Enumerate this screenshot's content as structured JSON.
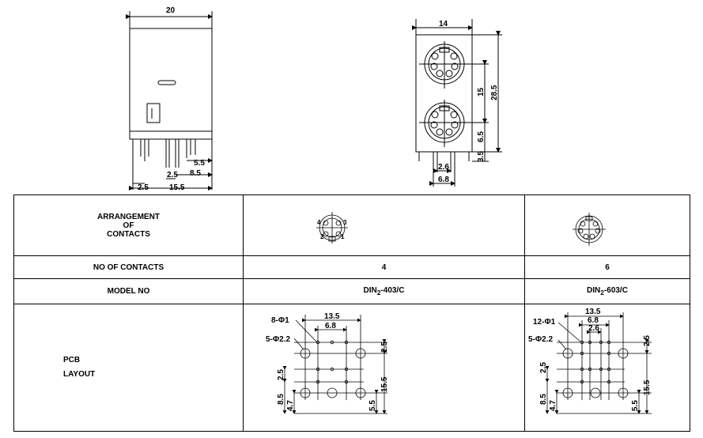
{
  "side_view": {
    "width_dim": "20",
    "dims": [
      "5.5",
      "8.5",
      "2.5",
      "2.5",
      "15.5"
    ]
  },
  "front_view": {
    "width_dim": "14",
    "dims_right": [
      "15",
      "28.5",
      "6.5",
      "3.5"
    ],
    "dims_bottom": [
      "2.6",
      "6.8"
    ]
  },
  "table": {
    "row_arrangement": {
      "label_lines": [
        "ARRANGEMENT",
        "OF",
        "CONTACTS"
      ]
    },
    "row_contacts": {
      "label": "NO OF  CONTACTS",
      "col1": "4",
      "col2": "6"
    },
    "row_model": {
      "label": "MODEL NO",
      "col1": "DIN",
      "col1_sub": "2",
      "col1_suffix": "-403/C",
      "col2": "DIN",
      "col2_sub": "2",
      "col2_suffix": "-603/C"
    },
    "row_pcb": {
      "label_lines": [
        "PCB",
        "LAYOUT"
      ]
    }
  },
  "pcb_left": {
    "dims": [
      "8-Φ1",
      "13.5",
      "6.8",
      "5-Φ2.2",
      "2.5",
      "2.5",
      "15.5",
      "8.5",
      "4.7",
      "5.5"
    ]
  },
  "pcb_right": {
    "dims": [
      "12-Φ1",
      "13.5",
      "6.8",
      "2.6",
      "5-Φ2.2",
      "2.5",
      "2.5",
      "15.5",
      "8.5",
      "4.7",
      "5.5"
    ]
  },
  "pin_labels_left": [
    "4",
    "3",
    "2",
    "1"
  ]
}
